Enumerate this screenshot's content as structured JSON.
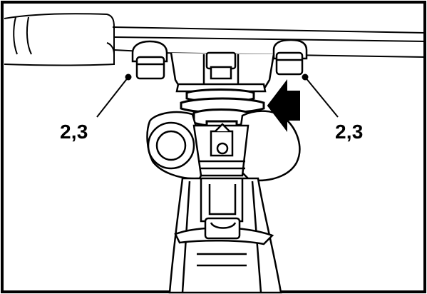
{
  "diagram": {
    "callouts": [
      {
        "id": "left",
        "text": "2,3"
      },
      {
        "id": "right",
        "text": "2,3"
      }
    ],
    "colors": {
      "line": "#000000",
      "background": "#ffffff"
    },
    "icons": [
      "arrow-pointer-icon"
    ]
  }
}
